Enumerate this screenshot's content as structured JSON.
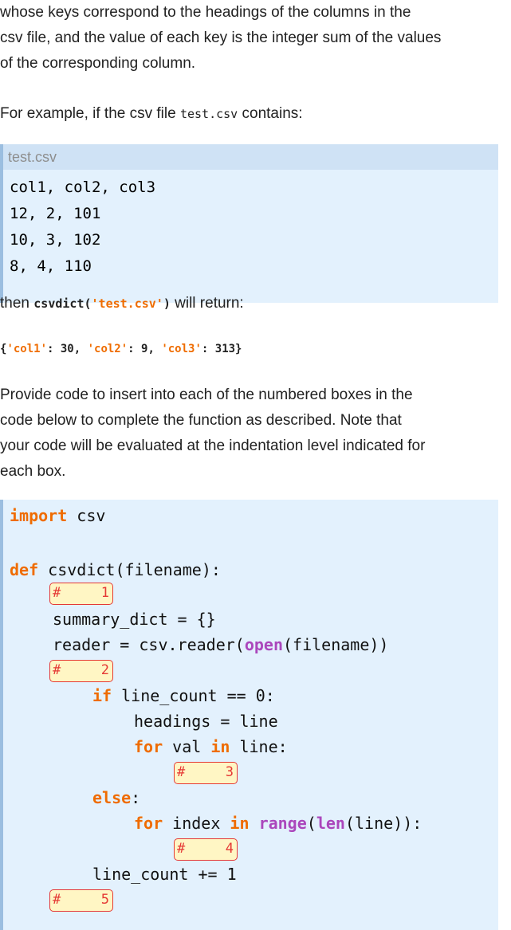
{
  "intro": {
    "line1": "whose keys correspond to the headings of the columns in the",
    "line2": "csv file, and the value of each key is the integer sum of the values",
    "line3": "of the corresponding column."
  },
  "example": {
    "prefix": "For example, if the csv file ",
    "filename": "test.csv",
    "suffix": " contains:"
  },
  "csv": {
    "header": "test.csv",
    "lines": [
      "col1, col2, col3",
      "12, 2, 101",
      "10, 3, 102",
      "8, 4, 110"
    ]
  },
  "call": {
    "prefix": "then ",
    "func": "csvdict(",
    "arg": "'test.csv'",
    "close": ")",
    "suffix": " will return:"
  },
  "result": {
    "open": "{",
    "k1": "'col1'",
    "v1": ": 30, ",
    "k2": "'col2'",
    "v2": ": 9, ",
    "k3": "'col3'",
    "v3": ": 313}"
  },
  "instructions": {
    "line1": "Provide code to insert into each of the numbered boxes in the",
    "line2": "code below to complete the function as described. Note that",
    "line3": "your code will be evaluated at the indentation level indicated for",
    "line4": "each box."
  },
  "code": {
    "import_kw": "import",
    "import_rest": " csv",
    "def_kw": "def",
    "def_rest": " csvdict(filename):",
    "summary": "summary_dict = {}",
    "reader_pre": "reader = csv.reader(",
    "reader_open": "open",
    "reader_post": "(filename))",
    "if_kw": "if",
    "if_rest": " line_count == 0:",
    "headings": "headings = line",
    "for1_kw": "for",
    "for1_mid": " val ",
    "in1_kw": "in",
    "for1_rest": " line:",
    "else_kw": "else",
    "else_rest": ":",
    "for2_kw": "for",
    "for2_mid": " index ",
    "in2_kw": "in",
    "range": "range",
    "paren": "(",
    "len": "len",
    "for2_rest": "(line)):",
    "count": "line_count += 1"
  },
  "boxes": [
    {
      "hash": "#",
      "num": "1"
    },
    {
      "hash": "#",
      "num": "2"
    },
    {
      "hash": "#",
      "num": "3"
    },
    {
      "hash": "#",
      "num": "4"
    },
    {
      "hash": "#",
      "num": "5"
    }
  ],
  "colors": {
    "keyword": "#ef6c00",
    "builtin": "#ab47bc",
    "box_border": "#e53935",
    "box_fill": "#fff6c4",
    "code_bg": "#e3f1fd"
  }
}
